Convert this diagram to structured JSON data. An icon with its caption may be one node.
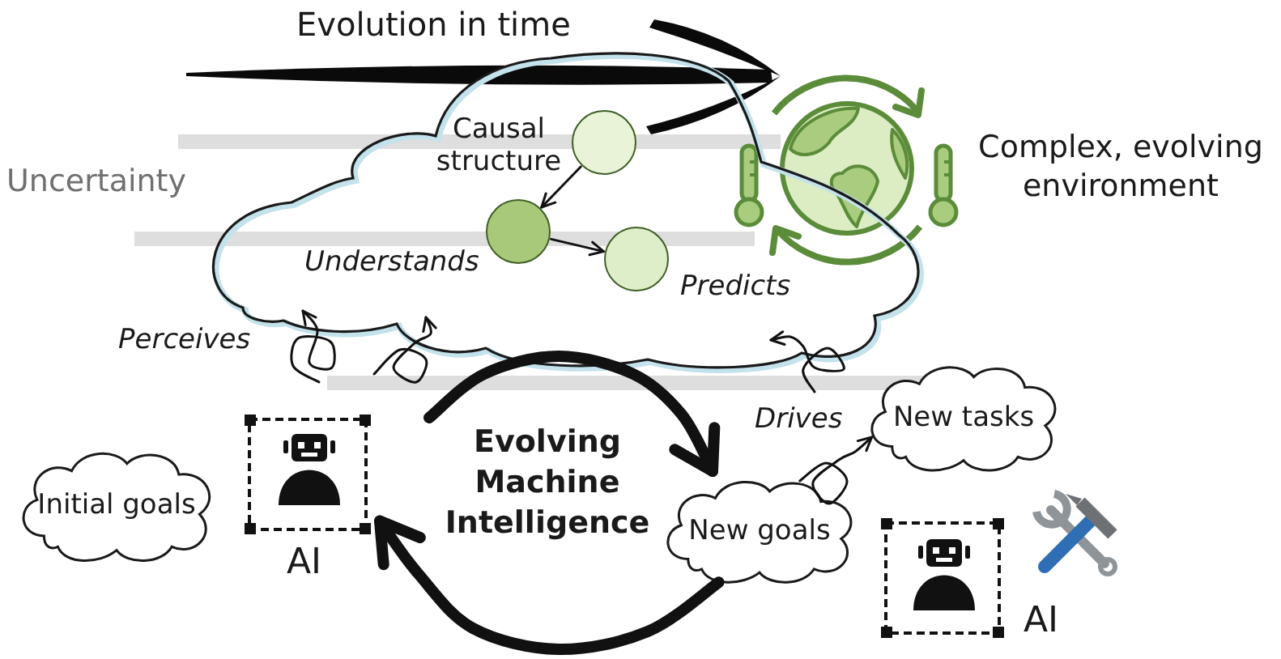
{
  "diagram": {
    "nodes": [
      {
        "text": [],
        "shape": "cloud"
      },
      {
        "text": [],
        "shape": "circle",
        "in": 0,
        "beside": [
          "Causal structure"
        ]
      },
      {
        "text": [],
        "shape": "circle",
        "in": 0
      },
      {
        "text": [],
        "shape": "circle",
        "in": 0
      },
      {
        "text": [
          "Initial goals"
        ]
      },
      {
        "text": [
          "AI"
        ]
      },
      {
        "text": [
          "New goals"
        ]
      },
      {
        "text": [
          "New tasks"
        ]
      },
      {
        "text": [
          "AI"
        ]
      }
    ],
    "edges": [
      {
        "from": 1,
        "to": 2,
        "arrow": "to"
      },
      {
        "from": 2,
        "to": 3,
        "arrow": "to"
      },
      {
        "from": null,
        "to": 0,
        "arrow": "to"
      },
      {
        "from": null,
        "to": 0,
        "arrow": "to"
      },
      {
        "from": null,
        "to": 0,
        "arrow": "to"
      },
      {
        "from": null,
        "to": 6,
        "arrow": "to",
        "style": "thick"
      },
      {
        "from": 6,
        "to": 5,
        "arrow": "to",
        "style": "thick"
      },
      {
        "from": 6,
        "to": 7,
        "arrow": "to"
      }
    ],
    "labels": [
      "Evolution in time",
      "Uncertainty",
      "Complex, evolving environment",
      "Understands",
      "Predicts",
      "Perceives",
      "Drives",
      "Evolving Machine Intelligence"
    ]
  }
}
